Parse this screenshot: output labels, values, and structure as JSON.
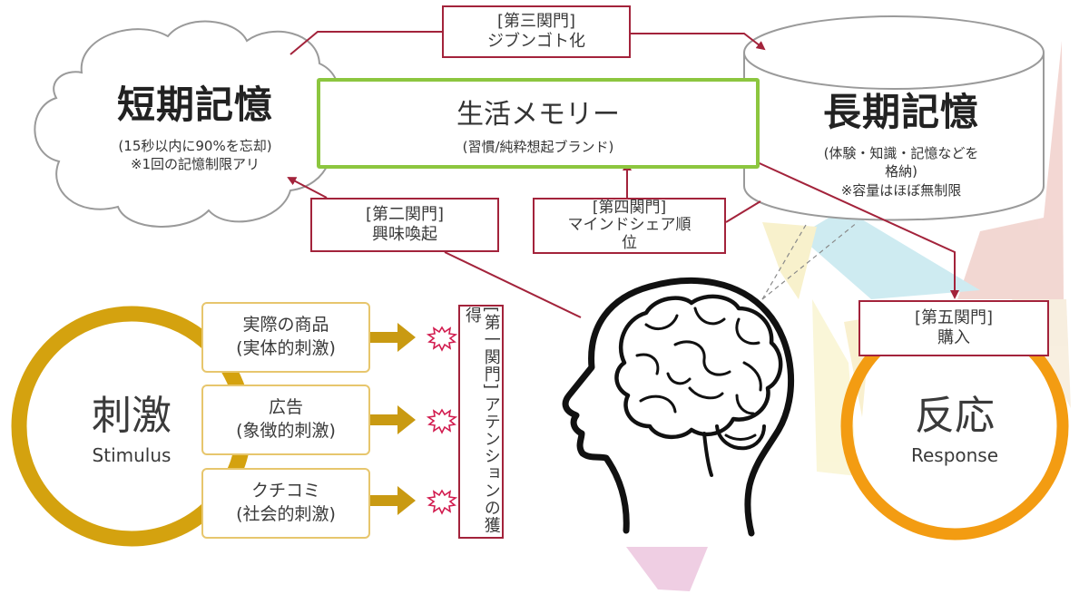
{
  "short_term_memory": {
    "title": "短期記憶",
    "note_line1": "(15秒以内に90%を忘却)",
    "note_line2": "※1回の記憶制限アリ"
  },
  "long_term_memory": {
    "title": "長期記憶",
    "note_line1": "(体験・知識・記憶などを",
    "note_line2": "格納)",
    "note_line3": "※容量はほぼ無制限"
  },
  "life_memory": {
    "title": "生活メモリー",
    "subtitle": "(習慣/純粋想起ブランド)"
  },
  "gates": {
    "gate1": "[第一関門] アテンションの獲得",
    "gate2": {
      "line1": "[第二関門]",
      "line2": "興味喚起"
    },
    "gate3": {
      "line1": "[第三関門]",
      "line2": "ジブンゴト化"
    },
    "gate4": {
      "line1": "[第四関門]",
      "line2": "マインドシェア順",
      "line3": "位"
    },
    "gate5": {
      "line1": "[第五関門]",
      "line2": "購入"
    }
  },
  "stimulus": {
    "title": "刺激",
    "subtitle": "Stimulus",
    "items": [
      {
        "line1": "実際の商品",
        "line2": "(実体的刺激)"
      },
      {
        "line1": "広告",
        "line2": "(象徴的刺激)"
      },
      {
        "line1": "クチコミ",
        "line2": "(社会的刺激)"
      }
    ]
  },
  "response": {
    "title": "反応",
    "subtitle": "Response"
  },
  "colors": {
    "gate_border": "#a3233b",
    "stimulus_ring": "#d4a20f",
    "response_ring": "#f39c12",
    "memory_border": "#8cc63f",
    "arrow_gold": "#c99a12"
  }
}
